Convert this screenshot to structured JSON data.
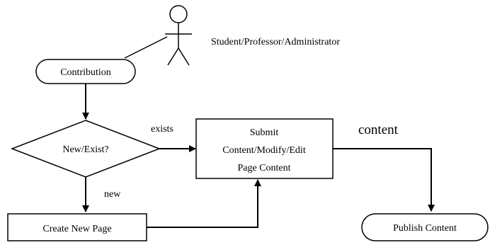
{
  "actor": {
    "label": "Student/Professor/Administrator",
    "icon": "stick-figure-actor-icon"
  },
  "nodes": {
    "contribution": "Contribution",
    "decision": "New/Exist?",
    "submit": [
      "Submit",
      "Content/Modify/Edit",
      "Page Content"
    ],
    "create_page": "Create New Page",
    "publish": "Publish Content"
  },
  "edge_labels": {
    "exists": "exists",
    "new": "new",
    "content": "content"
  }
}
